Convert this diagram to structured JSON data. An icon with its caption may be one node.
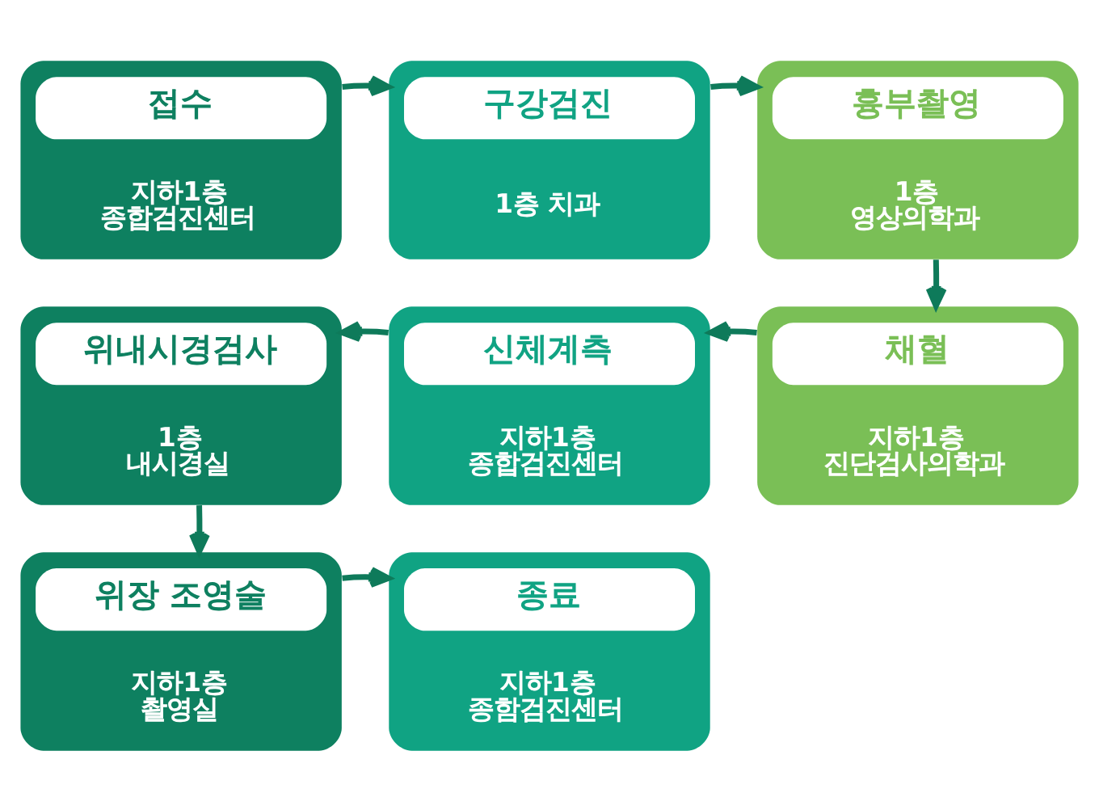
{
  "diagram": {
    "nodes": [
      {
        "text": [
          "접수",
          "지하1층 종합검진센터"
        ]
      },
      {
        "text": [
          "구강검진",
          "1층 치과"
        ]
      },
      {
        "text": [
          "흉부촬영",
          "1층 영상의학과"
        ]
      },
      {
        "text": [
          "채혈",
          "지하1층 진단검사의학과"
        ]
      },
      {
        "text": [
          "신체계측",
          "지하1층 종합검진센터"
        ]
      },
      {
        "text": [
          "위내시경검사",
          "1층 내시경실"
        ]
      },
      {
        "text": [
          "위장 조영술",
          "지하1층 촬영실"
        ]
      },
      {
        "text": [
          "종료",
          "지하1층 종함검진센터"
        ]
      }
    ],
    "edges": [
      {
        "from": 0,
        "to": 1,
        "arrow": "to"
      },
      {
        "from": 1,
        "to": 2,
        "arrow": "to"
      },
      {
        "from": 2,
        "to": 3,
        "arrow": "to"
      },
      {
        "from": 3,
        "to": 4,
        "arrow": "to"
      },
      {
        "from": 4,
        "to": 5,
        "arrow": "to"
      },
      {
        "from": 5,
        "to": 6,
        "arrow": "to"
      },
      {
        "from": 6,
        "to": 7,
        "arrow": "to"
      }
    ]
  }
}
